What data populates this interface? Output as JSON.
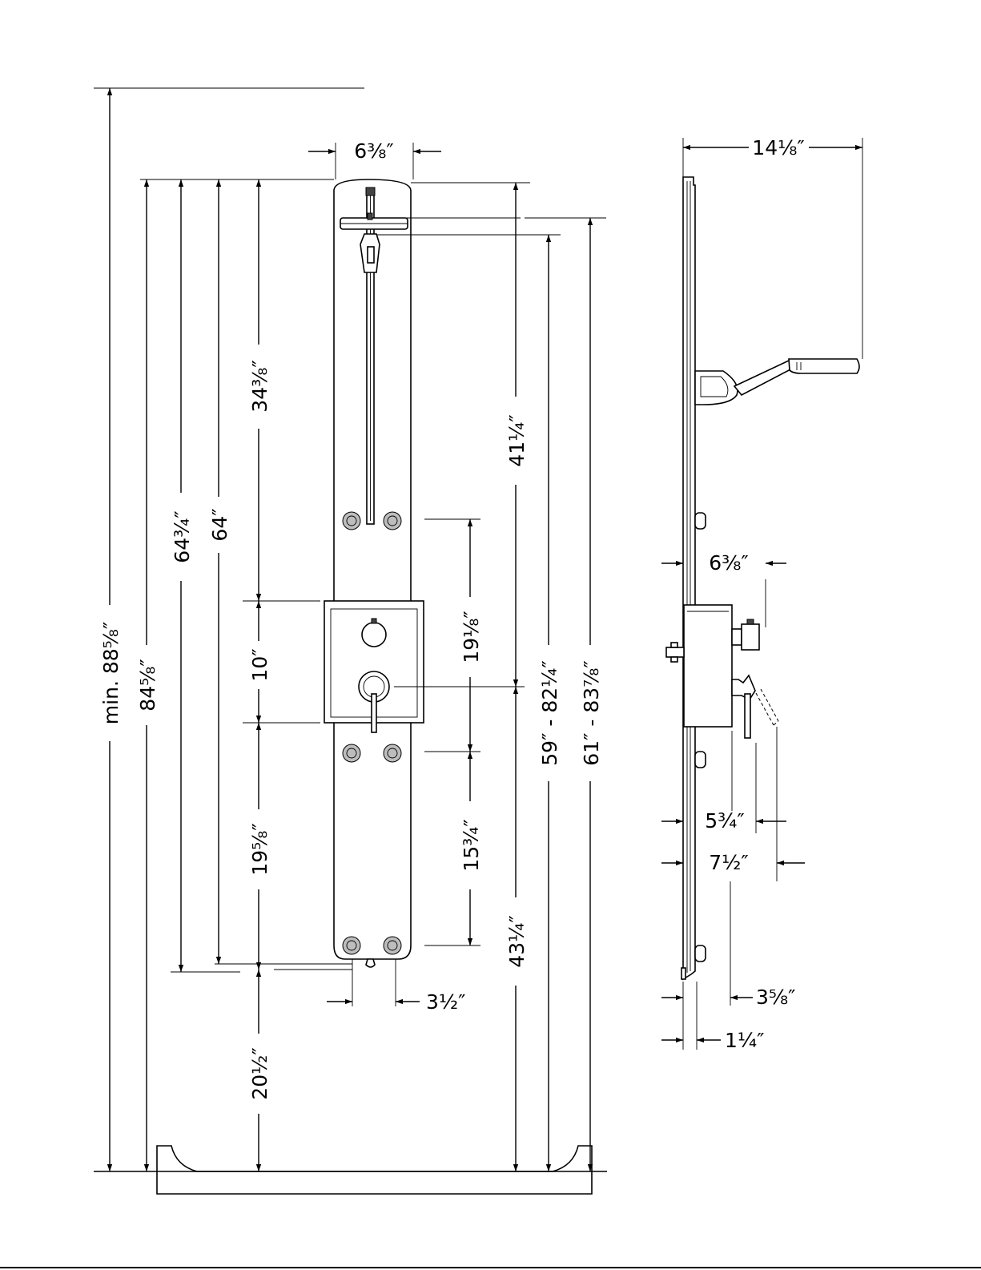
{
  "front_view": {
    "top_width": "6⅜″",
    "min_overall_height": "min. 88⅝″",
    "overall_height": "84⅝″",
    "panel_height_a": "64¾″",
    "panel_height_b": "64″",
    "upper_section": "34⅜″",
    "valve_section": "10″",
    "lower_section": "19⅝″",
    "floor_gap": "20½″",
    "top_to_valve": "41¼″",
    "floor_to_valve": "43¼″",
    "jet_spacing_upper": "19⅛″",
    "jet_spacing_lower": "15¾″",
    "jet_horizontal": "3½″",
    "slide_range_a": "59″ - 82¼″",
    "slide_range_b": "61″ - 83⅞″"
  },
  "side_view": {
    "overall_depth": "14⅛″",
    "valve_depth": "6⅜″",
    "handle_depth": "5¾″",
    "handle_swing_depth": "7½″",
    "jet_depth": "3⅝″",
    "panel_depth": "1¼″"
  }
}
